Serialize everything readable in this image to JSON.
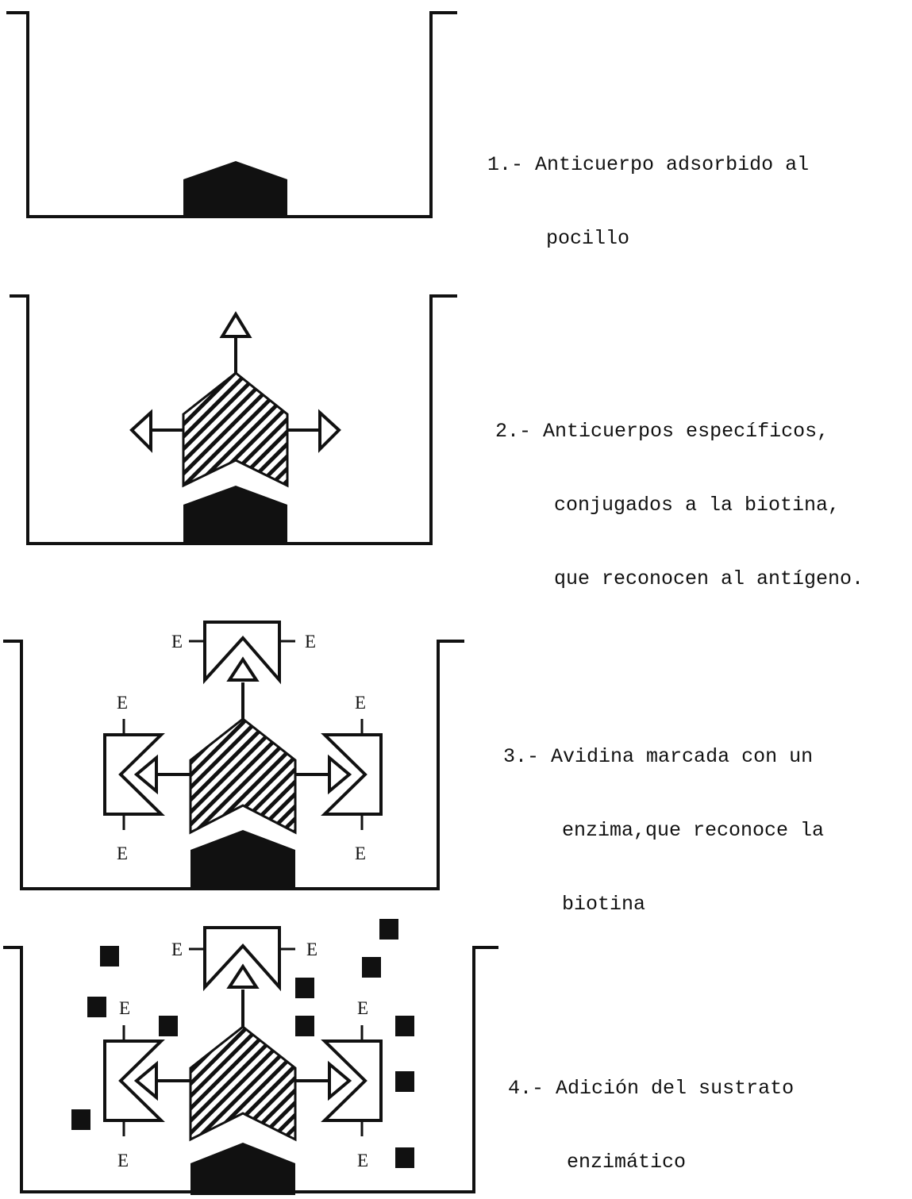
{
  "steps": [
    {
      "number": "1.-",
      "lines": [
        "Anticuerpo adsorbido al",
        "pocillo"
      ]
    },
    {
      "number": "2.-",
      "lines": [
        "Anticuerpos específicos,",
        "conjugados a la biotina,",
        "que reconocen al antígeno."
      ]
    },
    {
      "number": "3.-",
      "lines": [
        "Avidina marcada con un",
        "enzima,que reconoce la",
        "biotina"
      ]
    },
    {
      "number": "4.-",
      "lines": [
        "Adición del sustrato",
        "enzimático"
      ]
    }
  ],
  "enzyme_label": "E",
  "colors": {
    "ink": "#111111",
    "paper": "#ffffff"
  }
}
